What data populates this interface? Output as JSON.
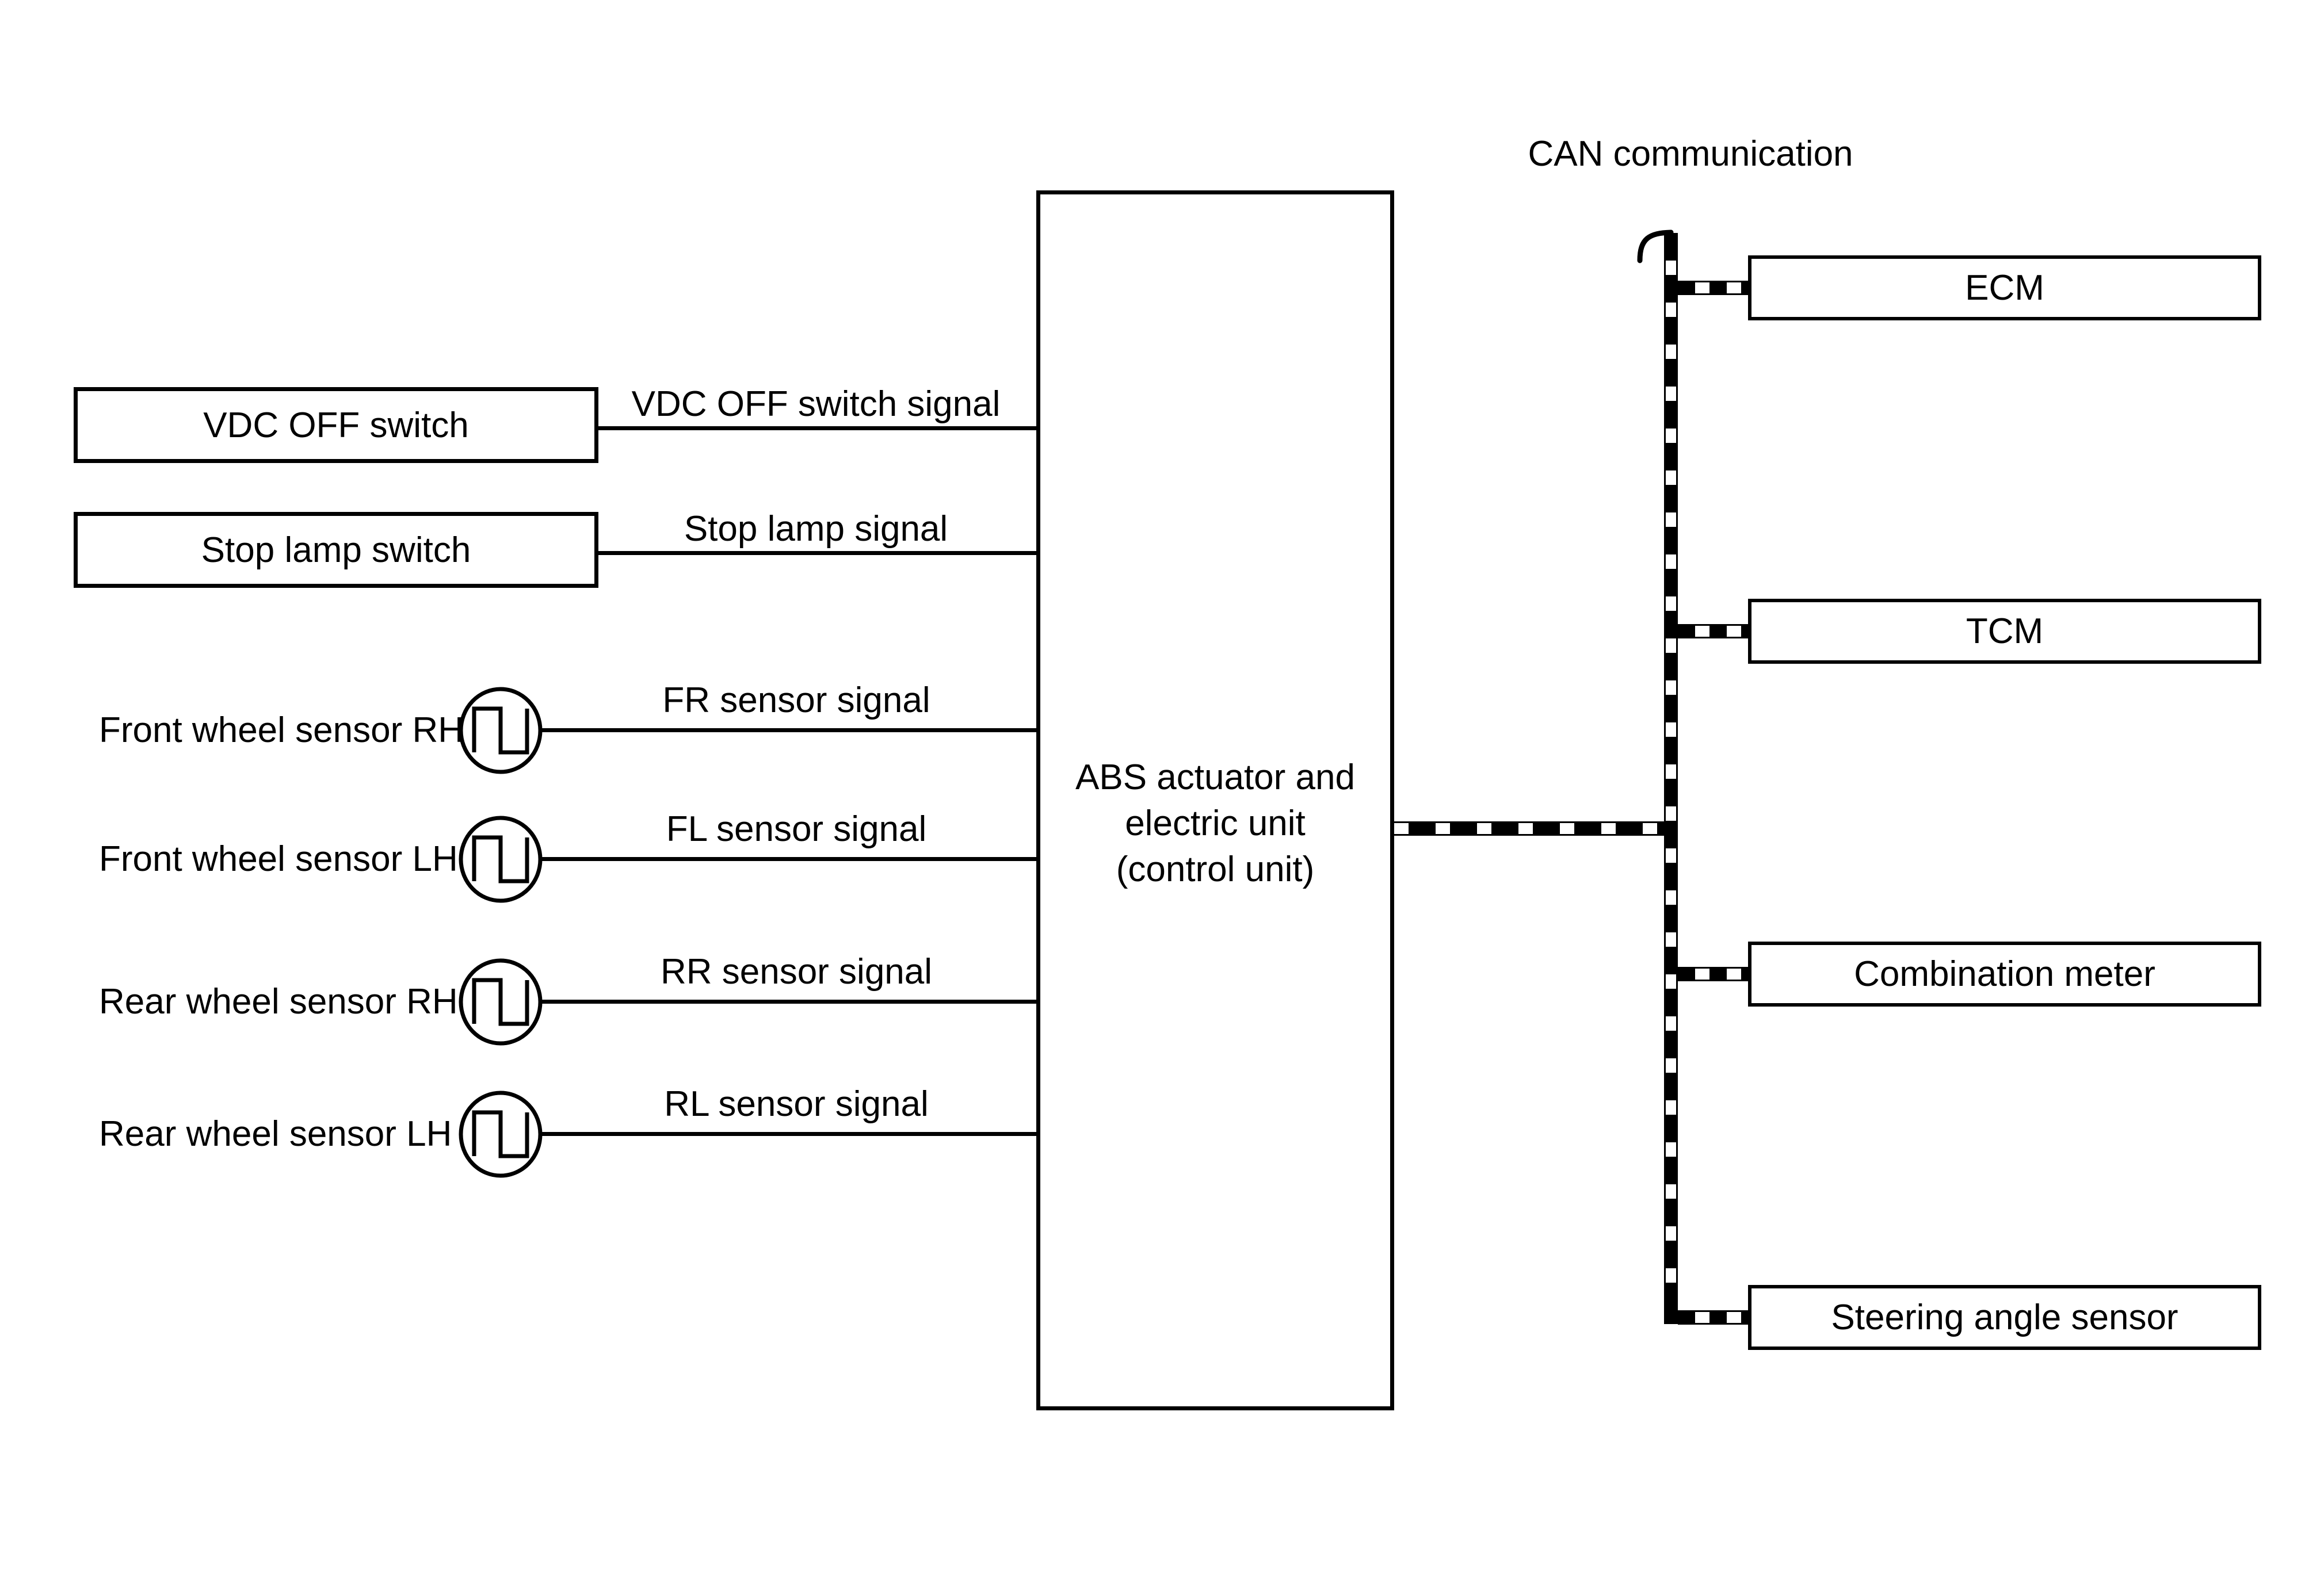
{
  "diagram": {
    "can_label": "CAN communication",
    "abs_unit_lines": [
      "ABS actuator and",
      "electric unit",
      "(control unit)"
    ],
    "switch_inputs": [
      {
        "label": "VDC OFF switch",
        "signal": "VDC OFF switch signal"
      },
      {
        "label": "Stop lamp switch",
        "signal": "Stop lamp signal"
      }
    ],
    "sensor_inputs": [
      {
        "label": "Front wheel sensor RH",
        "signal": "FR sensor signal"
      },
      {
        "label": "Front wheel sensor LH",
        "signal": "FL sensor signal"
      },
      {
        "label": "Rear wheel sensor RH",
        "signal": "RR sensor signal"
      },
      {
        "label": "Rear wheel sensor LH",
        "signal": "RL sensor signal"
      }
    ],
    "can_nodes": [
      "ECM",
      "TCM",
      "Combination meter",
      "Steering angle sensor"
    ],
    "colors": {
      "ink": "#000000",
      "paper": "#ffffff"
    }
  }
}
